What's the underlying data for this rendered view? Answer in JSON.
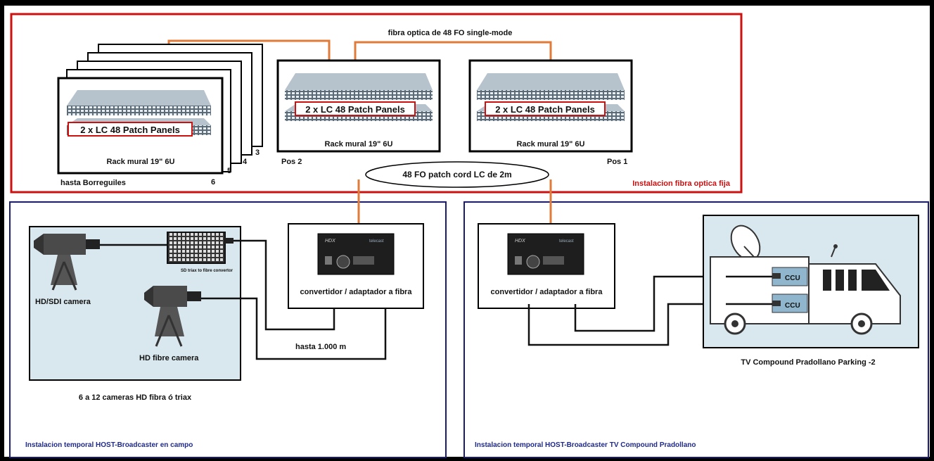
{
  "top_section": {
    "trunk_label": "fibra optica de 48 FO single-mode",
    "section_label": "Instalacion fibra optica fija",
    "panel_label": "2 x LC 48 Patch Panels",
    "rack_label": "Rack mural 19\" 6U",
    "stack_numbers": [
      "3",
      "4",
      "5",
      "6"
    ],
    "stack_caption": "hasta Borreguiles",
    "pos2_label": "Pos 2",
    "pos1_label": "Pos 1",
    "patch_cord_label": "48 FO  patch cord LC de 2m"
  },
  "left_section": {
    "section_label": "Instalacion temporal HOST-Broadcaster en campo",
    "camera1_label": "HD/SDI camera",
    "camera2_label": "HD fibre camera",
    "converter_caption": "SD triax to fibre convertor",
    "fiber_converter_label": "convertidor / adaptador a fibra",
    "distance_label": "hasta 1.000 m",
    "cameras_caption": "6 a 12 cameras HD fibra ó triax"
  },
  "right_section": {
    "section_label": "Instalacion temporal HOST-Broadcaster TV Compound Pradollano",
    "fiber_converter_label": "convertidor / adaptador a fibra",
    "ccu_labels": [
      "CCU",
      "CCU"
    ],
    "compound_label": "TV Compound Pradollano Parking -2"
  },
  "device": {
    "brand": "HDX",
    "brand2": "telecast"
  },
  "colors": {
    "frame": "#000000",
    "fixed_section_border": "#cc1111",
    "temporary_section_border": "#1a1a6e",
    "fiber_cable": "#e07b39",
    "section_label_red": "#cc1111",
    "section_label_blue": "#1f2a8a",
    "panel_background": "#d9e8ee"
  }
}
